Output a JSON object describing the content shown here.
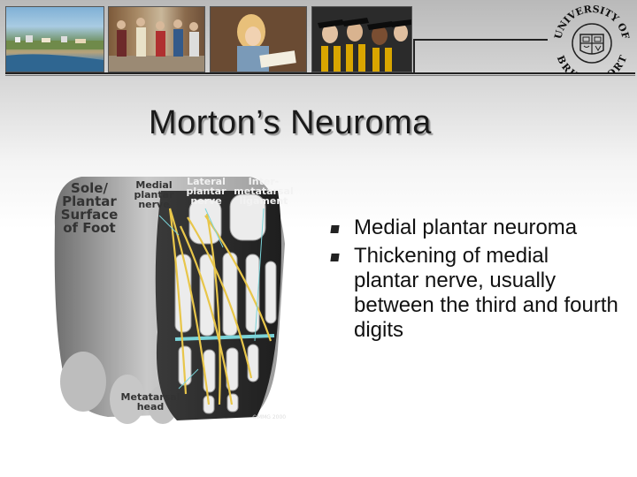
{
  "slide": {
    "title": "Morton’s Neuroma",
    "bullets": [
      "Medial plantar neuroma",
      "Thickening of medial plantar nerve, usually between the third and fourth digits"
    ]
  },
  "figure": {
    "labels": {
      "sole": "Sole/ Plantar Surface of Foot",
      "medial_nerve": "Medial plantar nerve",
      "lateral_nerve": "Lateral plantar nerve",
      "ligament": "Inter- metatarsal ligament",
      "metatarsal_head": "Metatarsal head",
      "copyright": "©MMG 2000"
    }
  },
  "logo": {
    "arc_top": "UNIVERSITY OF",
    "arc_bottom": "BRIDGEPORT"
  },
  "colors": {
    "nerve": "#e8c64a",
    "ligament": "#7ad3d8",
    "bone": "#e9e9e9"
  },
  "header_icons": [
    "campus-aerial-photo",
    "students-walking-photo",
    "student-reading-photo",
    "graduates-photo"
  ]
}
